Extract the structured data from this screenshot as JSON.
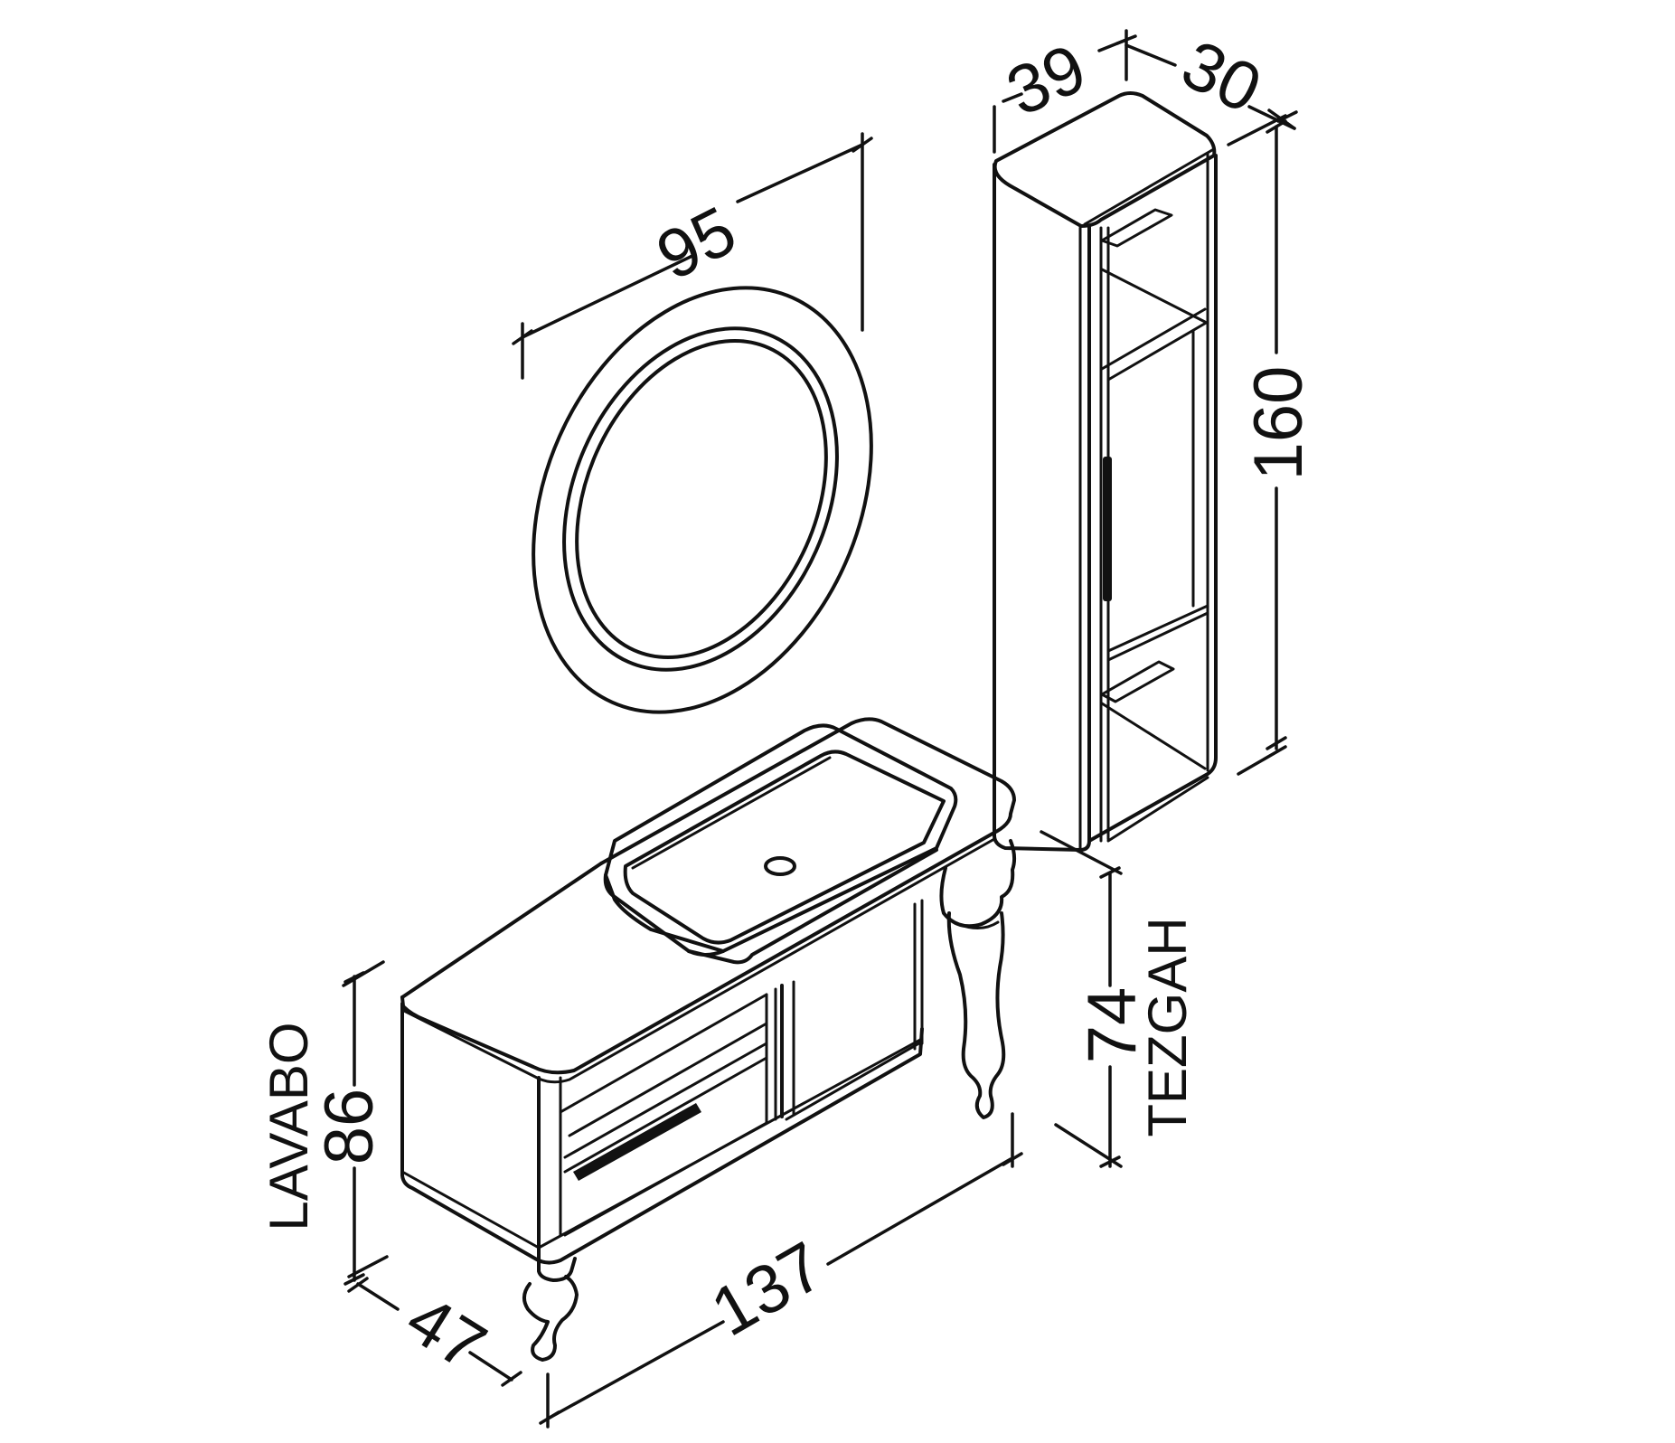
{
  "dimensions": {
    "mirror_diameter": "95",
    "tall_unit_width": "39",
    "tall_unit_depth": "30",
    "tall_unit_height": "160",
    "counter_height": "74",
    "counter_label": "TEZGAH",
    "sink_unit_height": "86",
    "sink_unit_label": "LAVABO",
    "depth": "47",
    "total_width": "137"
  },
  "colors": {
    "line": "#111111",
    "background": "#ffffff"
  }
}
